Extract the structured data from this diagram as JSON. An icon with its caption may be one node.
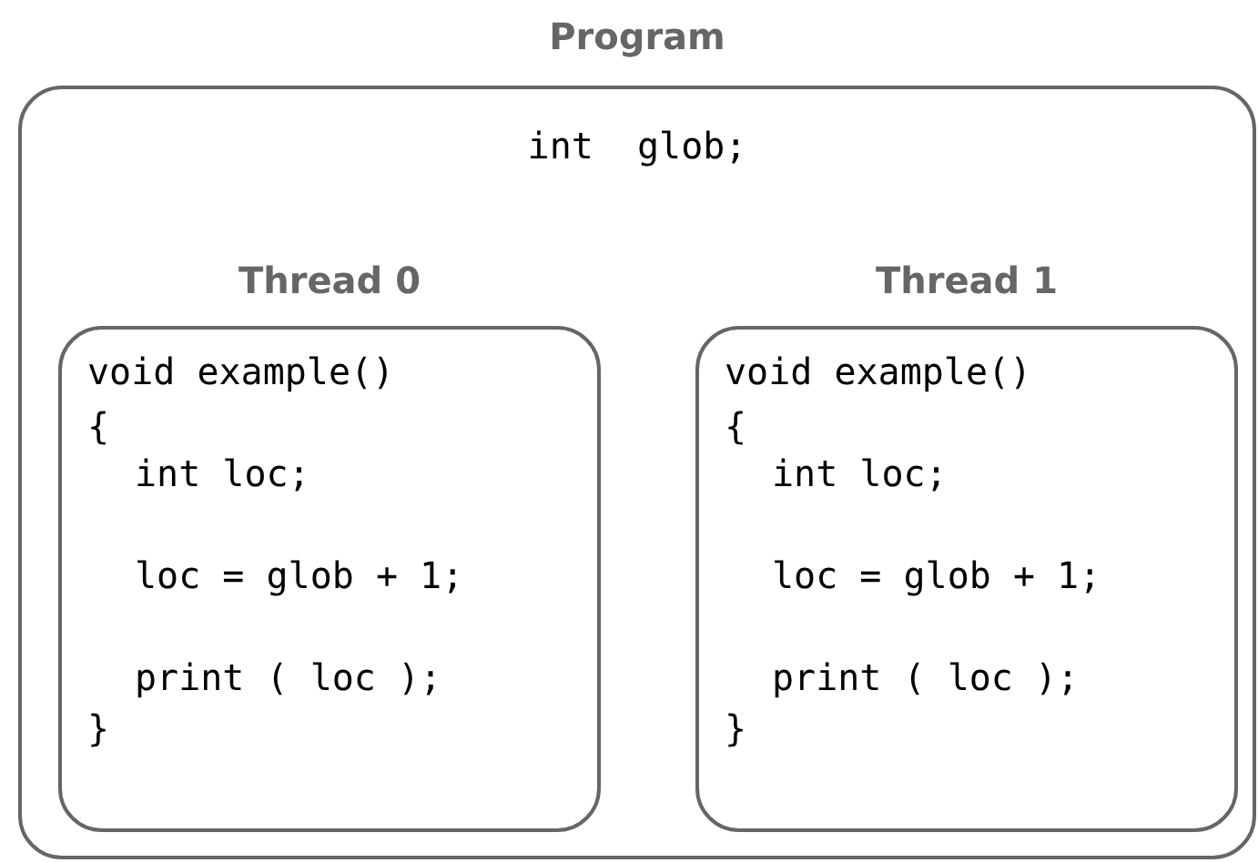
{
  "diagram": {
    "nodes": [
      {
        "text": [
          "Program",
          "int  glob;"
        ]
      },
      {
        "text": [
          "Thread 0",
          "void example()",
          "{",
          "int loc;",
          "loc = glob + 1;",
          "print ( loc );",
          "}"
        ],
        "in": 0
      },
      {
        "text": [
          "Thread 1",
          "void example()",
          "{",
          "int loc;",
          "loc = glob + 1;",
          "print ( loc );",
          "}"
        ],
        "in": 0
      }
    ]
  }
}
